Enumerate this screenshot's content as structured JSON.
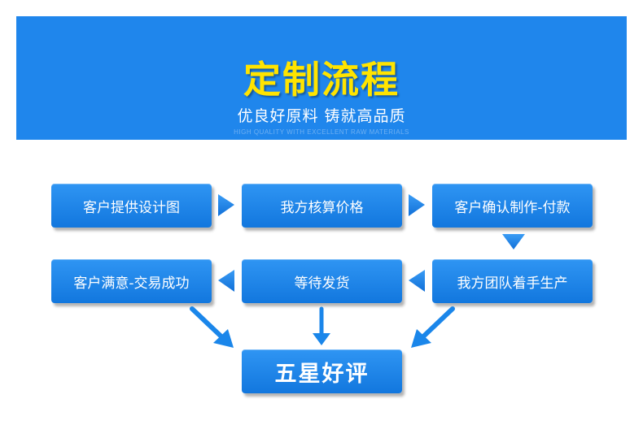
{
  "header": {
    "title": "定制流程",
    "subtitle": "优良好原料 铸就高品质",
    "subtitle_en": "HIGH QUALITY WITH EXCELLENT RAW MATERIALS"
  },
  "steps": {
    "s1": "客户提供设计图",
    "s2": "我方核算价格",
    "s3": "客户确认制作-付款",
    "s4": "我方团队着手生产",
    "s5": "等待发货",
    "s6": "客户满意-交易成功",
    "final": "五星好评"
  },
  "colors": {
    "banner": "#1f86ec",
    "title": "#ffe400",
    "box": "#1a86ea",
    "arrow": "#1a86ea"
  }
}
